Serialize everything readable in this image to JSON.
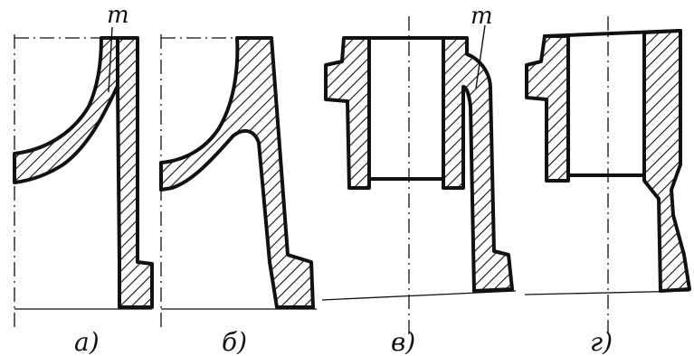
{
  "panels": [
    {
      "caption": "а)",
      "marker": "m"
    },
    {
      "caption": "б)",
      "marker": ""
    },
    {
      "caption": "в)",
      "marker": "m"
    },
    {
      "caption": "г)",
      "marker": ""
    }
  ]
}
